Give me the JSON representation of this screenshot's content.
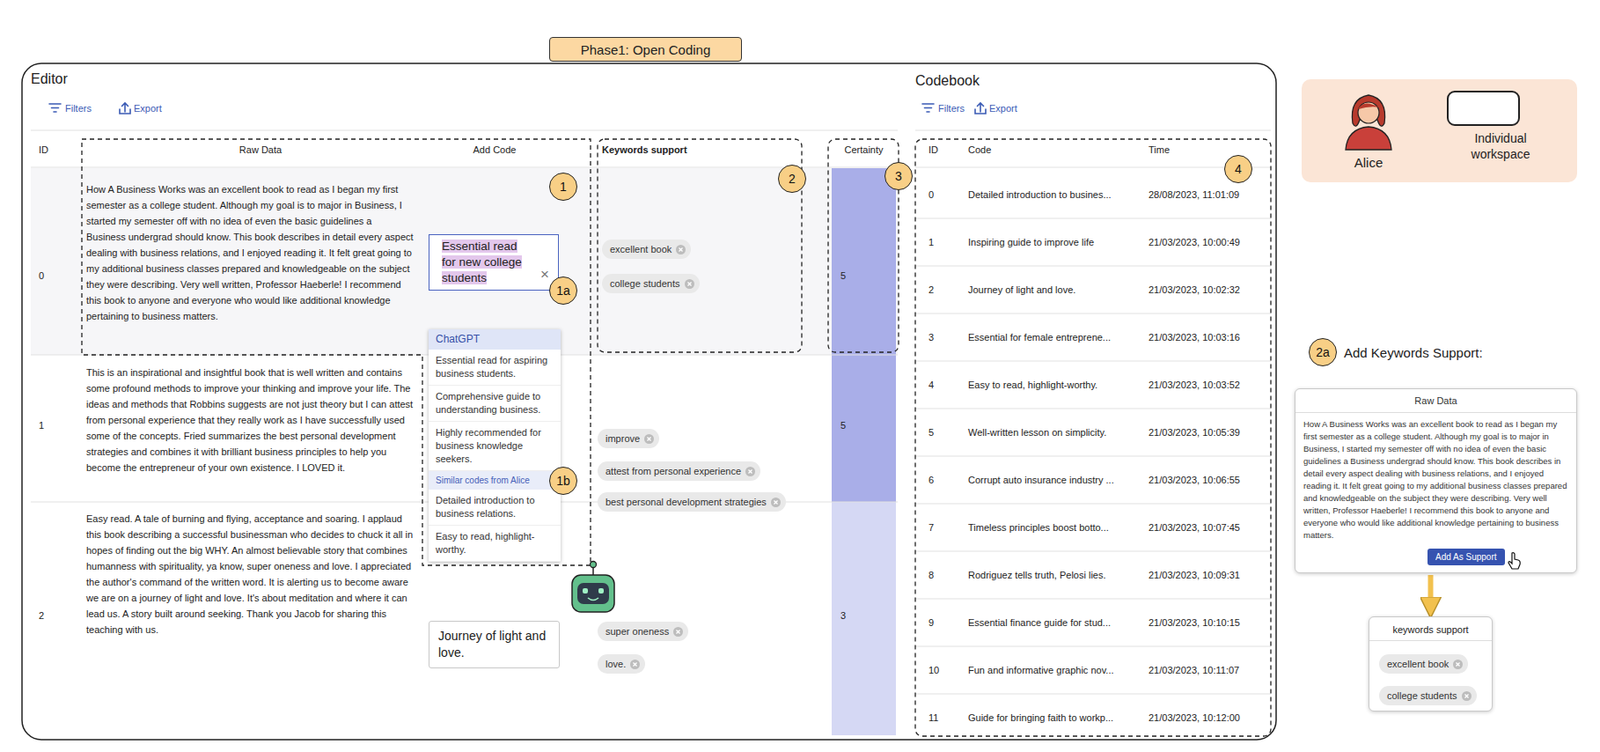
{
  "diagram": {
    "nodes": [
      {
        "text": [
          "Phase1: Open Coding"
        ]
      },
      {
        "text": [
          "1"
        ]
      },
      {
        "text": [
          "Essential read for new college students",
          "×"
        ]
      },
      {
        "text": [
          "excellent book"
        ]
      },
      {
        "text": [
          "college students"
        ]
      },
      {
        "text": [
          "2"
        ]
      },
      {
        "text": [
          "3"
        ]
      },
      {
        "text": [
          "4"
        ]
      },
      {
        "text": [
          "Alice",
          "Individual workspace"
        ]
      },
      {
        "text": [
          "1a"
        ]
      },
      {
        "text": [
          "ChatGPT",
          "Essential read for aspiring business students.",
          "Comprehensive guide to understanding business.",
          "Highly recommended for business knowledge seekers.",
          "Similar codes from Alice",
          "Detailed introduction to business relations.",
          "Easy to read, highlight-worthy."
        ]
      },
      {
        "text": [
          "1b"
        ]
      },
      {
        "text": [
          "improve"
        ]
      },
      {
        "text": [
          "attest from personal experience"
        ]
      },
      {
        "text": [
          "best personal development strategies"
        ]
      },
      {
        "text": [
          "2a"
        ]
      },
      {
        "text": [
          "Raw Data",
          "How A Business Works was an excellent book to read as I began my first semester as a college student. Although my goal is to major in Business, I started my semester off with no idea of even the basic guidelines a Business undergrad should know. This book describes in detail every aspect dealing with business relations, and I enjoyed reading it. It felt great going to my additional business classes prepared and knowledgeable on the subject they were describing. Very well written, Professor Haeberle! I recommend this book to anyone and everyone who would like additional knowledge pertaining to business matters."
        ]
      },
      {
        "text": [
          "Add As Support"
        ],
        "in": 16
      },
      {
        "text": [
          "super oneness"
        ]
      },
      {
        "text": [
          "love."
        ]
      },
      {
        "text": [
          "Journey of light and love."
        ]
      },
      {
        "text": [
          "keywords support"
        ]
      },
      {
        "text": [
          "excellent book"
        ],
        "in": 21
      },
      {
        "text": [
          "college students"
        ],
        "in": 21
      }
    ],
    "edges": [
      {
        "from": 16,
        "to": 21,
        "arrow": "to"
      }
    ],
    "labels": [
      "Editor",
      "Filters",
      "Export",
      "ID",
      "Raw Data",
      "Add Code",
      "Keywords support",
      "Certainty",
      "0",
      "How A Business Works was an excellent book to read as I began my first semester as a college student. Although my goal is to major in Business, I started my semester off with no idea of even the basic guidelines a Business undergrad should know. This book describes in detail every aspect dealing with business relations, and I enjoyed reading it. It felt great going to my additional business classes prepared and knowledgeable on the subject they were describing. Very well written, Professor Haeberle! I recommend this book to anyone and everyone who would like additional knowledge pertaining to business matters.",
      "5",
      "1",
      "This is an inspirational and insightful book that is well written and contains some profound methods to improve your thinking and improve your life. The ideas and methods that Robbins suggests are not just theory but I can attest from personal experience that they really work as I have successfully used some of the concepts. Fried summarizes the best personal development strategies and combines it with brilliant business principles to help you become the entrepreneur of your own existence. I LOVED it.",
      "5",
      "2",
      "Easy read. A tale of burning and flying, acceptance and soaring. I applaud this book describing a successful businessman who decides to chuck it all in hopes of finding out the big WHY. An almost believable story that combines humanness with spirituality, ya know, super oneness and love. I appreciated the author's command of the written word. It is alerting us to become aware we are on a journey of light and love. It's about meditation and where it can lead us. A story built around seeking. Thank you Jacob for sharing this teaching with us.",
      "3",
      "Codebook",
      "Filters",
      "Export",
      "ID",
      "Code",
      "Time",
      "0",
      "Detailed introduction to busines...",
      "28/08/2023, 11:01:09",
      "1",
      "Inspiring guide to improve life",
      "21/03/2023, 10:00:49",
      "2",
      "Journey of light and love.",
      "21/03/2023, 10:02:32",
      "3",
      "Essential for female entreprene...",
      "21/03/2023, 10:03:16",
      "4",
      "Easy to read, highlight-worthy.",
      "21/03/2023, 10:03:52",
      "5",
      "Well-written lesson on simplicity.",
      "21/03/2023, 10:05:39",
      "6",
      "Corrupt auto insurance industry ...",
      "21/03/2023, 10:06:55",
      "7",
      "Timeless principles boost botto...",
      "21/03/2023, 10:07:45",
      "8",
      "Rodriguez tells truth, Pelosi lies.",
      "21/03/2023, 10:09:31",
      "9",
      "Essential finance guide for stud...",
      "21/03/2023, 10:10:15",
      "10",
      "Fun and informative graphic nov...",
      "21/03/2023, 10:11:07",
      "11",
      "Guide for bringing faith to workp...",
      "21/03/2023, 10:12:00",
      "Add Keywords Support:"
    ]
  }
}
